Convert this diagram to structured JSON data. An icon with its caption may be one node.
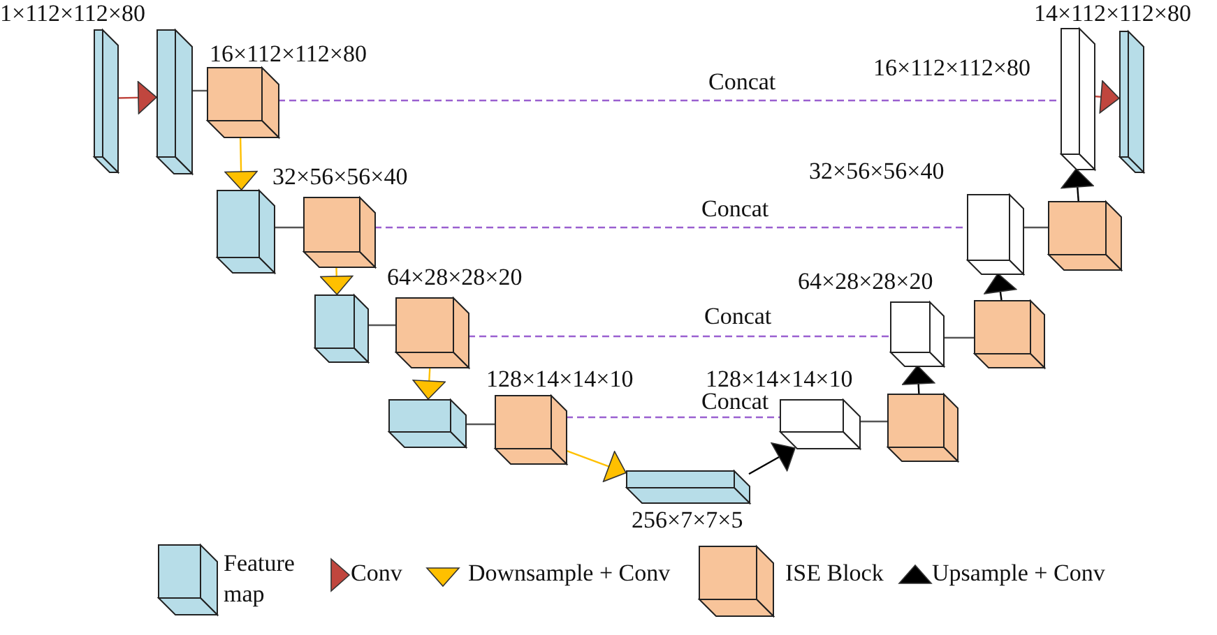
{
  "diagram": {
    "nodes": [
      {
        "text": [],
        "shape": "box",
        "beside": [
          "1×112×112×80"
        ]
      },
      {
        "text": [],
        "shape": "box"
      },
      {
        "text": [],
        "shape": "box",
        "beside": [
          "16×112×112×80"
        ]
      },
      {
        "text": [],
        "shape": "box"
      },
      {
        "text": [],
        "shape": "box",
        "beside": [
          "32×56×56×40"
        ]
      },
      {
        "text": [],
        "shape": "box"
      },
      {
        "text": [],
        "shape": "box",
        "beside": [
          "64×28×28×20"
        ]
      },
      {
        "text": [],
        "shape": "box"
      },
      {
        "text": [],
        "shape": "box",
        "beside": [
          "128×14×14×10"
        ]
      },
      {
        "text": [],
        "shape": "box",
        "beside": [
          "256×7×7×5"
        ]
      },
      {
        "text": [],
        "shape": "box",
        "beside": [
          "128×14×14×10"
        ]
      },
      {
        "text": [],
        "shape": "box"
      },
      {
        "text": [],
        "shape": "box",
        "beside": [
          "64×28×28×20"
        ]
      },
      {
        "text": [],
        "shape": "box"
      },
      {
        "text": [],
        "shape": "box",
        "beside": [
          "32×56×56×40"
        ]
      },
      {
        "text": [],
        "shape": "box"
      },
      {
        "text": [],
        "shape": "box",
        "beside": [
          "16×112×112×80"
        ]
      },
      {
        "text": [],
        "shape": "box",
        "beside": [
          "14×112×112×80"
        ]
      }
    ],
    "edges": [
      {
        "from": 0,
        "to": 1,
        "arrow": "to",
        "color": "#c0463e"
      },
      {
        "from": 1,
        "to": 2,
        "arrow": "none"
      },
      {
        "from": 2,
        "to": 16,
        "arrow": "none",
        "label": "Concat",
        "style": "dashed",
        "color": "#9a60d0"
      },
      {
        "from": 2,
        "to": 3,
        "arrow": "to",
        "color": "#ffc000"
      },
      {
        "from": 3,
        "to": 4,
        "arrow": "none"
      },
      {
        "from": 4,
        "to": 14,
        "arrow": "none",
        "label": "Concat",
        "style": "dashed",
        "color": "#9a60d0"
      },
      {
        "from": 4,
        "to": 5,
        "arrow": "to",
        "color": "#ffc000"
      },
      {
        "from": 5,
        "to": 6,
        "arrow": "none"
      },
      {
        "from": 6,
        "to": 12,
        "arrow": "none",
        "label": "Concat",
        "style": "dashed",
        "color": "#9a60d0"
      },
      {
        "from": 6,
        "to": 7,
        "arrow": "to",
        "color": "#ffc000"
      },
      {
        "from": 7,
        "to": 8,
        "arrow": "none"
      },
      {
        "from": 8,
        "to": 10,
        "arrow": "none",
        "label": "Concat",
        "style": "dashed",
        "color": "#9a60d0"
      },
      {
        "from": 8,
        "to": 9,
        "arrow": "to",
        "color": "#ffc000"
      },
      {
        "from": 9,
        "to": 10,
        "arrow": "to",
        "color": "#000000"
      },
      {
        "from": 10,
        "to": 11,
        "arrow": "none"
      },
      {
        "from": 11,
        "to": 12,
        "arrow": "to",
        "color": "#000000"
      },
      {
        "from": 12,
        "to": 13,
        "arrow": "none"
      },
      {
        "from": 13,
        "to": 14,
        "arrow": "to",
        "color": "#000000"
      },
      {
        "from": 14,
        "to": 15,
        "arrow": "none"
      },
      {
        "from": 15,
        "to": 16,
        "arrow": "to",
        "color": "#000000"
      },
      {
        "from": 16,
        "to": 17,
        "arrow": "to",
        "color": "#c0463e"
      }
    ],
    "legend": [
      {
        "text": "Feature map"
      },
      {
        "text": "Conv"
      },
      {
        "text": "Downsample + Conv"
      },
      {
        "text": "ISE Block"
      },
      {
        "text": "Upsample + Conv"
      }
    ]
  }
}
